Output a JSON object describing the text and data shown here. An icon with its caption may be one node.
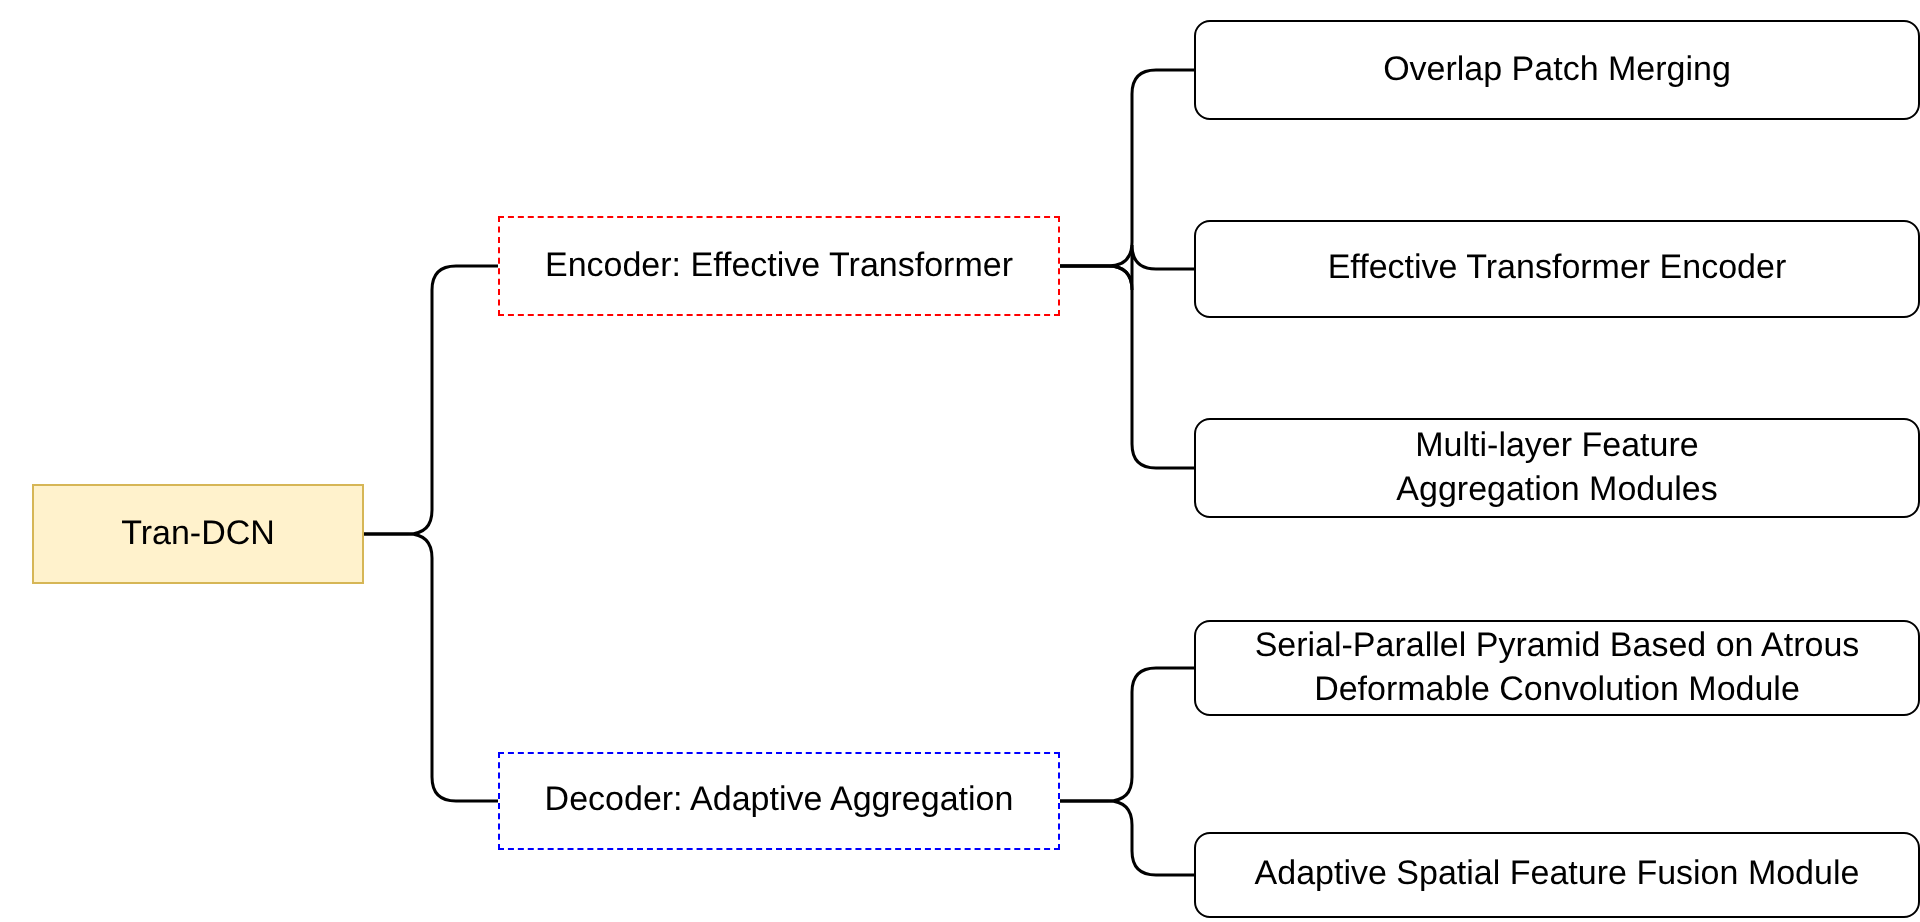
{
  "diagram": {
    "nodes": [
      {
        "text": [
          "Tran-DCN"
        ]
      },
      {
        "text": [
          "Encoder: Effective Transformer"
        ]
      },
      {
        "text": [
          "Decoder: Adaptive Aggregation"
        ]
      },
      {
        "text": [
          "Overlap Patch Merging"
        ]
      },
      {
        "text": [
          "Effective Transformer Encoder"
        ]
      },
      {
        "text": [
          "Multi-layer Feature Aggregation Modules"
        ]
      },
      {
        "text": [
          "Serial-Parallel Pyramid Based on Atrous Deformable Convolution Module"
        ]
      },
      {
        "text": [
          "Adaptive Spatial Feature Fusion Module"
        ]
      }
    ],
    "edges": [
      {
        "from": 0,
        "to": 1,
        "arrow": "none"
      },
      {
        "from": 0,
        "to": 2,
        "arrow": "none"
      },
      {
        "from": 1,
        "to": 3,
        "arrow": "none"
      },
      {
        "from": 1,
        "to": 4,
        "arrow": "none"
      },
      {
        "from": 1,
        "to": 5,
        "arrow": "none"
      },
      {
        "from": 2,
        "to": 6,
        "arrow": "none"
      },
      {
        "from": 2,
        "to": 7,
        "arrow": "none"
      }
    ]
  }
}
